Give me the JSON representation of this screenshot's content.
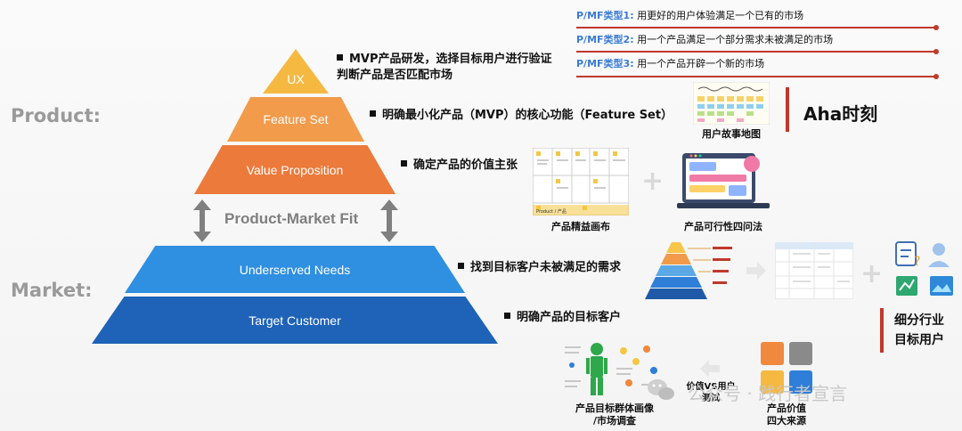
{
  "labels": {
    "product": "Product:",
    "market": "Market:",
    "pmf": "Product-Market Fit"
  },
  "pyramid": {
    "ux": "UX",
    "feature_set": "Feature Set",
    "value_proposition": "Value Proposition",
    "underserved_needs": "Underserved Needs",
    "target_customer": "Target Customer"
  },
  "bullets": {
    "ux_line1": "MVP产品研发，选择目标用户进行验证",
    "ux_line2": "判断产品是否匹配市场",
    "feature_set": "明确最小化产品（MVP）的核心功能（Feature Set）",
    "value_proposition": "确定产品的价值主张",
    "underserved_needs": "找到目标客户未被满足的需求",
    "target_customer": "明确产品的目标客户"
  },
  "pmf_types": [
    {
      "tag": "P/MF类型1:",
      "text": "用更好的用户体验满足一个已有的市场"
    },
    {
      "tag": "P/MF类型2:",
      "text": "用一个产品满足一个部分需求未被满足的市场"
    },
    {
      "tag": "P/MF类型3:",
      "text": "用一个产品开辟一个新的市场"
    }
  ],
  "tools": {
    "story_map": "用户故事地图",
    "aha": "Aha时刻",
    "lean_canvas": "产品精益画布",
    "four_questions": "产品可行性四问法",
    "canvas_footer": "Product / 产品",
    "segment_line1": "细分行业",
    "segment_line2": "目标用户",
    "persona_line1": "产品目标群体画像",
    "persona_line2": "/市场调查",
    "value_vs_user_line1": "价值VS用户",
    "value_vs_user_line2": "测试",
    "value_sources_line1": "产品价值",
    "value_sources_line2": "四大来源"
  },
  "watermark": "公众号 · 践行者宣言",
  "colors": {
    "ux": "#f5b942",
    "feature_set": "#f29b4b",
    "value_proposition": "#ec7a3b",
    "underserved_needs": "#2f8fe0",
    "target_customer": "#1e63b8",
    "accent_red": "#c0392b",
    "type_tag_blue": "#3a7bd5"
  }
}
